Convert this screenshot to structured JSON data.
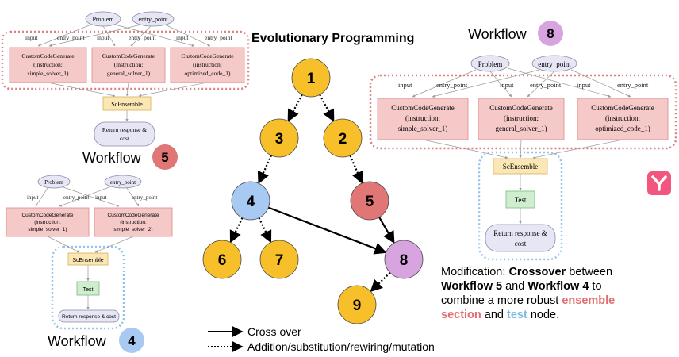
{
  "title": "Evolutionary Programming",
  "colors": {
    "node_yellow": "#f7bf2a",
    "node_blue": "#a7c9f2",
    "node_red": "#e07675",
    "node_purple": "#d8a4df",
    "box_red_fill": "#f6c9c9",
    "box_red_border": "#d98c8c",
    "dashed_red": "#d98080",
    "dashed_blue": "#93c4ea",
    "ensemble_fill": "#fbe7b6",
    "test_fill": "#cfeecf",
    "pill_fill": "#e6e6f5",
    "logo": "#f2557e"
  },
  "tree": {
    "nodes": [
      {
        "id": "1",
        "label": "1",
        "color": "yellow"
      },
      {
        "id": "3",
        "label": "3",
        "color": "yellow"
      },
      {
        "id": "2",
        "label": "2",
        "color": "yellow"
      },
      {
        "id": "4",
        "label": "4",
        "color": "blue"
      },
      {
        "id": "5",
        "label": "5",
        "color": "red"
      },
      {
        "id": "6",
        "label": "6",
        "color": "yellow"
      },
      {
        "id": "7",
        "label": "7",
        "color": "yellow"
      },
      {
        "id": "8",
        "label": "8",
        "color": "purple"
      },
      {
        "id": "9",
        "label": "9",
        "color": "yellow"
      }
    ],
    "edges": [
      {
        "from": "1",
        "to": "3",
        "type": "dotted"
      },
      {
        "from": "1",
        "to": "2",
        "type": "dotted"
      },
      {
        "from": "3",
        "to": "4",
        "type": "dotted"
      },
      {
        "from": "2",
        "to": "5",
        "type": "dotted"
      },
      {
        "from": "4",
        "to": "6",
        "type": "dotted"
      },
      {
        "from": "4",
        "to": "7",
        "type": "dotted"
      },
      {
        "from": "4",
        "to": "8",
        "type": "solid"
      },
      {
        "from": "5",
        "to": "8",
        "type": "solid"
      },
      {
        "from": "8",
        "to": "9",
        "type": "dotted"
      }
    ]
  },
  "legend": {
    "solid": "Cross over",
    "dotted": "Addition/substitution/rewiring/mutation"
  },
  "workflows": {
    "w5": {
      "title": "Workflow",
      "badge": "5",
      "problem": "Problem",
      "entry_point": "entry_point",
      "edge_input": "input",
      "edge_entry": "entry_point",
      "generators": [
        {
          "name": "CustomCodeGenerate",
          "line2": "(instruction:",
          "line3": "simple_solver_1)"
        },
        {
          "name": "CustomCodeGenerate",
          "line2": "(instruction:",
          "line3": "general_solver_1)"
        },
        {
          "name": "CustomCodeGenerate",
          "line2": "(instruction:",
          "line3": "optimized_code_1)"
        }
      ],
      "ensemble": "ScEnsemble",
      "return_line1": "Return response &",
      "return_line2": "cost"
    },
    "w4": {
      "title": "Workflow",
      "badge": "4",
      "problem": "Problem",
      "entry_point": "entry_point",
      "edge_input": "input",
      "edge_entry": "entry_point",
      "generators": [
        {
          "name": "CustomCodeGenerate",
          "line2": "(instruction:",
          "line3": "simple_solver_1)"
        },
        {
          "name": "CustomCodeGenerate",
          "line2": "(instruction:",
          "line3": "simple_solver_2)"
        }
      ],
      "ensemble": "ScEnsemble",
      "test": "Test",
      "return": "Return response & cost"
    },
    "w8": {
      "title": "Workflow",
      "badge": "8",
      "problem": "Problem",
      "entry_point": "entry_point",
      "edge_input": "input",
      "edge_entry": "entry_point",
      "generators": [
        {
          "name": "CustomCodeGenerate",
          "line2": "(instruction:",
          "line3": "simple_solver_1)"
        },
        {
          "name": "CustomCodeGenerate",
          "line2": "(instruction:",
          "line3": "general_solver_1)"
        },
        {
          "name": "CustomCodeGenerate",
          "line2": "(instruction:",
          "line3": "optimized_code_1)"
        }
      ],
      "ensemble": "ScEnsemble",
      "test": "Test",
      "return_line1": "Return response &",
      "return_line2": "cost"
    }
  },
  "caption": {
    "prefix": "Modification: ",
    "crossover": "Crossover",
    "between": " between",
    "w5": "Workflow 5",
    "and": " and ",
    "w4": "Workflow 4",
    "to": " to",
    "combine": "combine a more robust ",
    "ensemble": "ensemble",
    "section": "section",
    "and2": " and ",
    "test": "test",
    "node": " node."
  }
}
